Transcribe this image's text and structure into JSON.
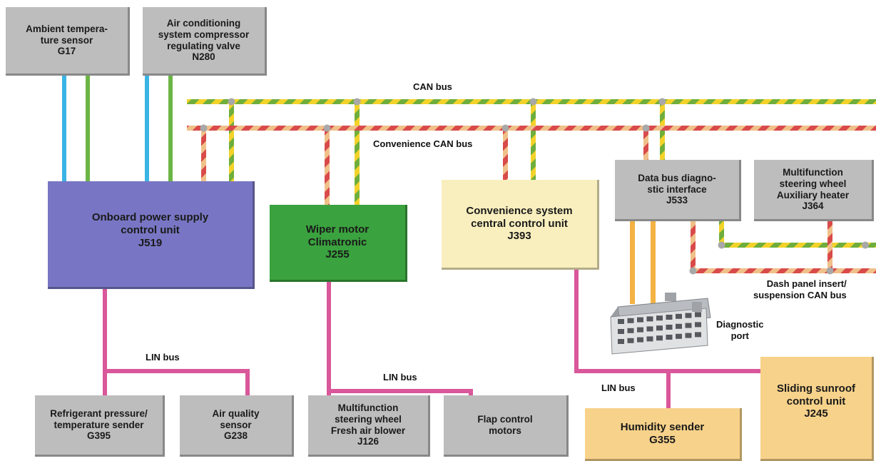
{
  "boxes": {
    "g17": [
      "Ambient tempera-",
      "ture sensor",
      "G17"
    ],
    "n280": [
      "Air conditioning",
      "system compressor",
      "regulating valve",
      "N280"
    ],
    "j519": [
      "Onboard power supply",
      "control unit",
      "J519"
    ],
    "j255": [
      "Wiper motor",
      "Climatronic",
      "J255"
    ],
    "j393": [
      "Convenience system",
      "central control unit",
      "J393"
    ],
    "j533": [
      "Data bus diagno-",
      "stic interface",
      "J533"
    ],
    "j364": [
      "Multifunction",
      "steering wheel",
      "Auxiliary heater",
      "J364"
    ],
    "g395": [
      "Refrigerant pressure/",
      "temperature sender",
      "G395"
    ],
    "g238": [
      "Air quality",
      "sensor",
      "G238"
    ],
    "j126": [
      "Multifunction",
      "steering wheel",
      "Fresh air blower",
      "J126"
    ],
    "flap": [
      "Flap control",
      "motors"
    ],
    "g355": [
      "Humidity sender",
      "G355"
    ],
    "j245": [
      "Sliding sunroof",
      "control unit",
      "J245"
    ]
  },
  "labels": {
    "can_bus": "CAN bus",
    "convenience_can_bus": "Convenience CAN bus",
    "lin_bus_1": "LIN bus",
    "lin_bus_2": "LIN bus",
    "lin_bus_3": "LIN bus",
    "dash_panel_1": "Dash panel insert/",
    "dash_panel_2": "suspension CAN bus",
    "diagnostic_1": "Diagnostic",
    "diagnostic_2": "port"
  },
  "colors": {
    "can_bus_stripe_a": "#f3d22a",
    "can_bus_stripe_b": "#6fae3c",
    "convenience_can_stripe_a": "#f0c089",
    "convenience_can_stripe_b": "#d94a4a",
    "lin_bus": "#d9579a",
    "sensor_wire_blue": "#3ab4e4",
    "sensor_wire_green": "#6cb545",
    "diagnostic_wire": "#f3b243"
  }
}
